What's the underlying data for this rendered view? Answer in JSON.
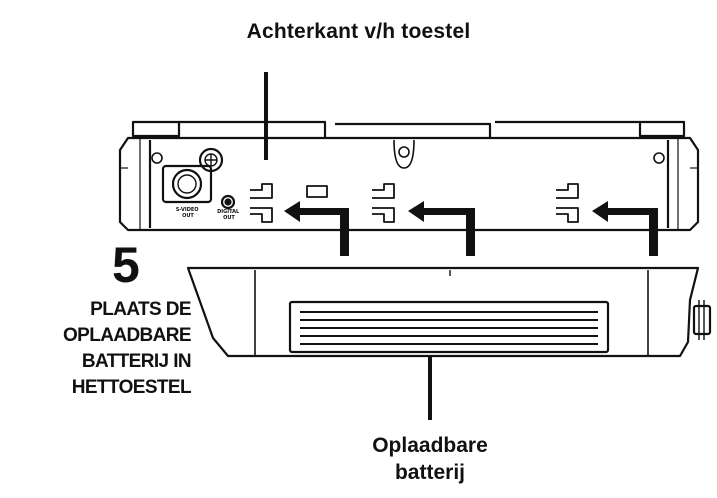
{
  "labels": {
    "top": "Achterkant v/h toestel",
    "step_number": "5",
    "step_lines": [
      "PLAATS DE",
      "OPLAADBARE",
      "BATTERIJ IN",
      "HETTOESTEL"
    ],
    "bottom_lines": [
      "Oplaadbare",
      "batterij"
    ],
    "port_svideo_lines": [
      "S-VIDEO",
      "OUT"
    ],
    "port_digital_lines": [
      "DIGITAL",
      "OUT"
    ]
  },
  "colors": {
    "ink": "#111111",
    "background": "#ffffff"
  }
}
